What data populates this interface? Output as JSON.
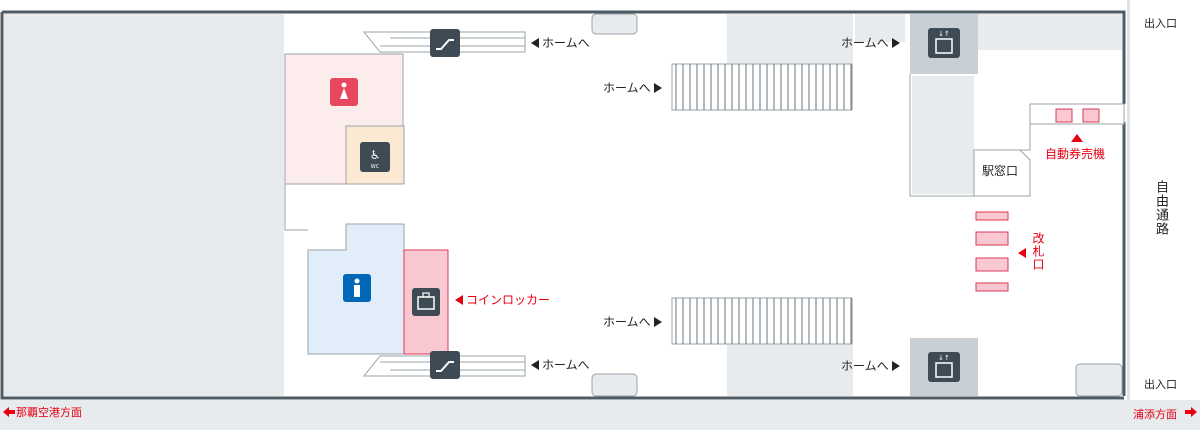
{
  "labels": {
    "to_platform": "ホームへ",
    "exit": "出入口",
    "ticket_office": "駅窓口",
    "ticket_machine": "自動券売機",
    "ticket_gate": "改札口",
    "coin_locker": "コインロッカー",
    "free_passage": "自由通路",
    "toward_naha": "那覇空港方面",
    "toward_urasoe": "浦添方面"
  },
  "colors": {
    "female_restroom": "#e8475f",
    "male_restroom": "#0068b7",
    "accessible_restroom_bg": "#fbe9d4",
    "icon_dark": "#3e4a54",
    "accent_red": "#e60012",
    "area_gray": "#e8ebee"
  },
  "icons": {
    "escalator": "escalator-icon",
    "elevator": "elevator-icon",
    "female_restroom": "female-restroom-icon",
    "male_restroom": "male-restroom-icon",
    "accessible_restroom": "accessible-restroom-icon",
    "coin_locker": "coin-locker-icon"
  }
}
